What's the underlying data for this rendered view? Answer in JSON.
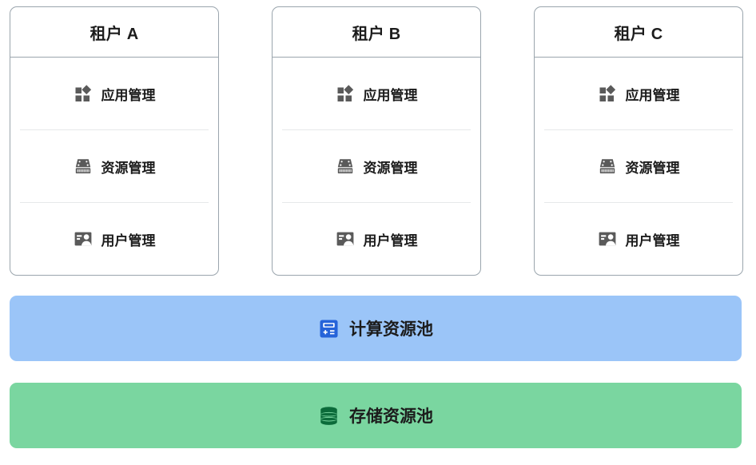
{
  "tenants": [
    {
      "title": "租户 A",
      "items": [
        {
          "label": "应用管理",
          "icon": "apps-grid-icon"
        },
        {
          "label": "资源管理",
          "icon": "server-rack-icon"
        },
        {
          "label": "用户管理",
          "icon": "user-card-icon"
        }
      ]
    },
    {
      "title": "租户 B",
      "items": [
        {
          "label": "应用管理",
          "icon": "apps-grid-icon"
        },
        {
          "label": "资源管理",
          "icon": "server-rack-icon"
        },
        {
          "label": "用户管理",
          "icon": "user-card-icon"
        }
      ]
    },
    {
      "title": "租户 C",
      "items": [
        {
          "label": "应用管理",
          "icon": "apps-grid-icon"
        },
        {
          "label": "资源管理",
          "icon": "server-rack-icon"
        },
        {
          "label": "用户管理",
          "icon": "user-card-icon"
        }
      ]
    }
  ],
  "pools": [
    {
      "label": "计算资源池",
      "icon": "calculator-icon",
      "background": "#9BC5F8",
      "icon_color": "#2563D9"
    },
    {
      "label": "存储资源池",
      "icon": "database-icon",
      "background": "#7AD6A0",
      "icon_color": "#0B6B3A"
    }
  ],
  "colors": {
    "card_border": "#9AA5AD",
    "item_divider": "#E6E8EA",
    "icon_gray": "#5A5A5A",
    "text": "#1c1c1c",
    "page_background": "#FFFFFF"
  }
}
